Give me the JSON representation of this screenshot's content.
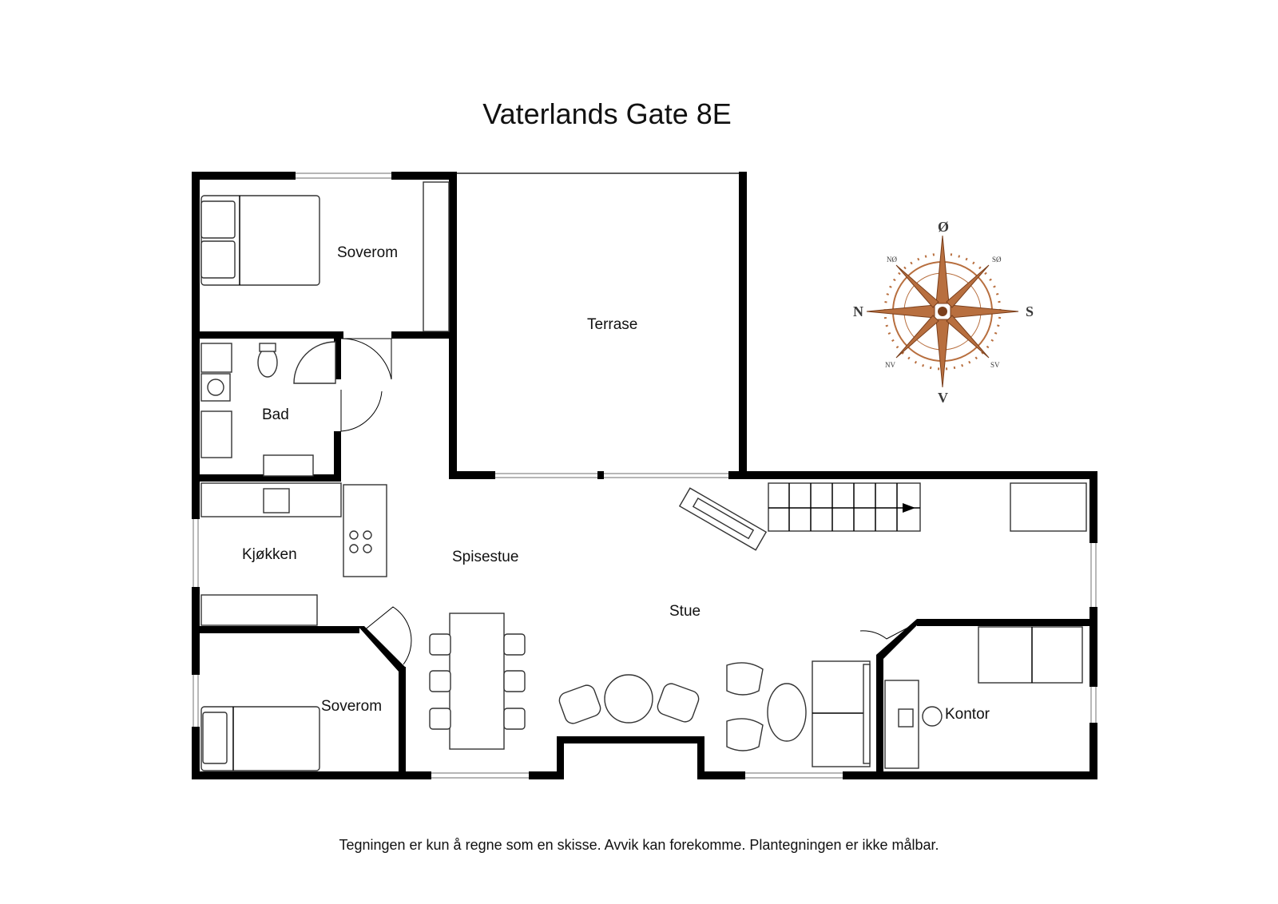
{
  "title": "Vaterlands Gate 8E",
  "disclaimer": "Tegningen er kun å regne som en skisse. Avvik kan forekomme. Plantegningen er ikke målbar.",
  "rooms": {
    "soverom_top": "Soverom",
    "terrase": "Terrase",
    "bad": "Bad",
    "kjokken": "Kjøkken",
    "spisestue": "Spisestue",
    "stue": "Stue",
    "soverom_bottom": "Soverom",
    "kontor": "Kontor"
  },
  "compass": {
    "north": "N",
    "south": "S",
    "east": "Ø",
    "west": "V",
    "northeast": "NØ",
    "southeast": "SØ",
    "southwest": "SV",
    "northwest": "NV",
    "color": "#b86f3f"
  }
}
